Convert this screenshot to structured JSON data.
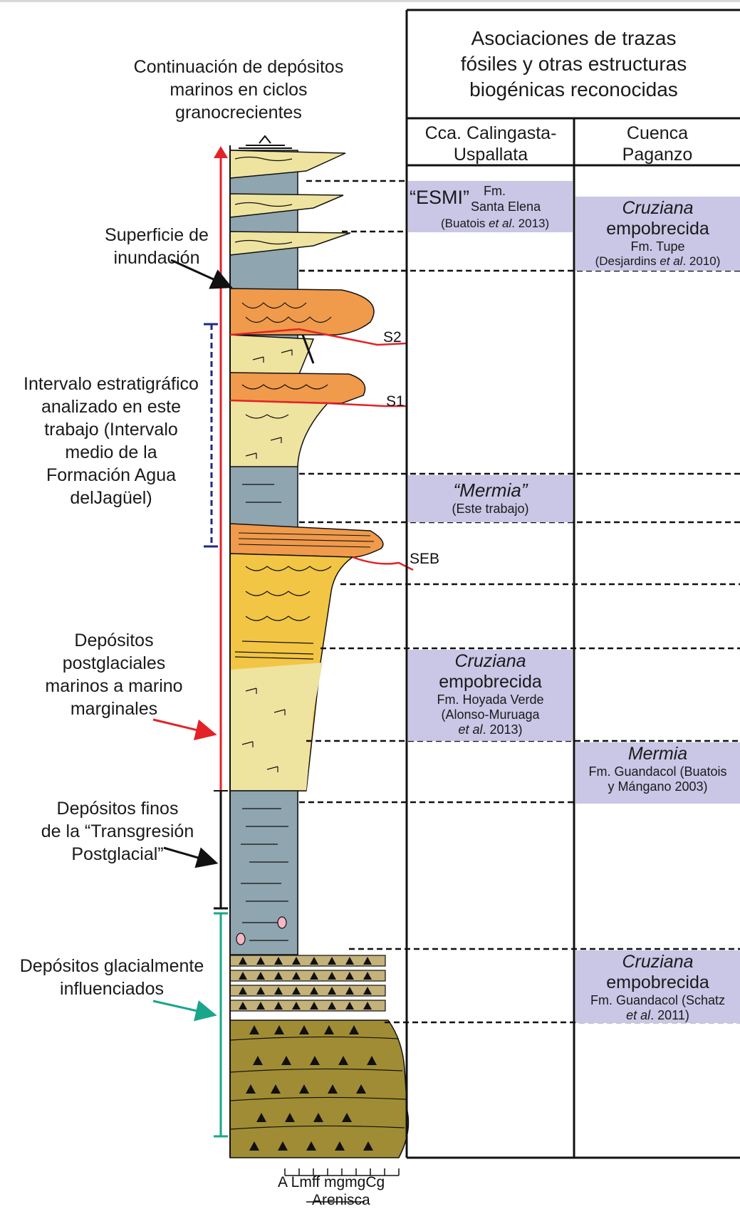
{
  "labels": {
    "top": [
      "Continuación de depósitos",
      "marinos en ciclos",
      "granocrecientes"
    ],
    "superficie": [
      "Superficie de",
      "inundación"
    ],
    "intervalo": [
      "Intervalo estratigráfico",
      "analizado en este",
      "trabajo (Intervalo",
      "medio de la",
      "Formación Agua",
      "delJagüel)"
    ],
    "postglaciales": [
      "Depósitos",
      "postglaciales",
      "marinos a marino",
      "marginales"
    ],
    "finos": [
      "Depósitos finos",
      "de la “Transgresión",
      "Postglacial”"
    ],
    "glacial": [
      "Depósitos glacialmente",
      "influenciados"
    ]
  },
  "surfaces": {
    "s2": "S2",
    "s1": "S1",
    "seb": "SEB"
  },
  "table": {
    "header": [
      "Asociaciones de trazas",
      "fósiles y otras estructuras",
      "biogénicas reconocidas"
    ],
    "col1": [
      "Cca. Calingasta-",
      "Uspallata"
    ],
    "col2": [
      "Cuenca",
      "Paganzo"
    ]
  },
  "boxes": {
    "esmi": {
      "name": "“ESMI”",
      "fm": "Fm.",
      "formation": "Santa Elena",
      "ref_pre": "(Buatois ",
      "ref_it": "et al",
      "ref_post": ". 2013)"
    },
    "tupe": {
      "name": "Cruziana",
      "name2": "empobrecida",
      "formation": "Fm. Tupe",
      "ref_pre": "(Desjardins ",
      "ref_it": "et al",
      "ref_post": ". 2010)"
    },
    "mermia": {
      "name": "“Mermia”",
      "ref": "(Este trabajo)"
    },
    "hoyada": {
      "name": "Cruziana",
      "name2": "empobrecida",
      "formation": "Fm. Hoyada Verde",
      "ref1": "(Alonso-Muruaga",
      "ref_it": "et al",
      "ref_post": ". 2013)"
    },
    "guandacol1": {
      "name": "Mermia",
      "line1": "Fm. Guandacol (Buatois",
      "line2": "y Mángano 2003)"
    },
    "guandacol2": {
      "name": "Cruziana",
      "name2": "empobrecida",
      "line1": "Fm. Guandacol (Schatz",
      "ref_it": "et al",
      "ref_post": ". 2011)"
    }
  },
  "grain_scale": {
    "ticks": "A Lmff mgmgCg",
    "label": "Arenisca"
  },
  "colors": {
    "mud": "#8fa5b0",
    "sand_light": "#efe3a0",
    "sand_yellow": "#f2c544",
    "sand_orange": "#f09a4c",
    "diamictite": "#a08c34",
    "box": "#c9c6e6",
    "arrow_red": "#e32228",
    "bracket_blue": "#1d2a86",
    "bracket_teal": "#1aa68a"
  }
}
